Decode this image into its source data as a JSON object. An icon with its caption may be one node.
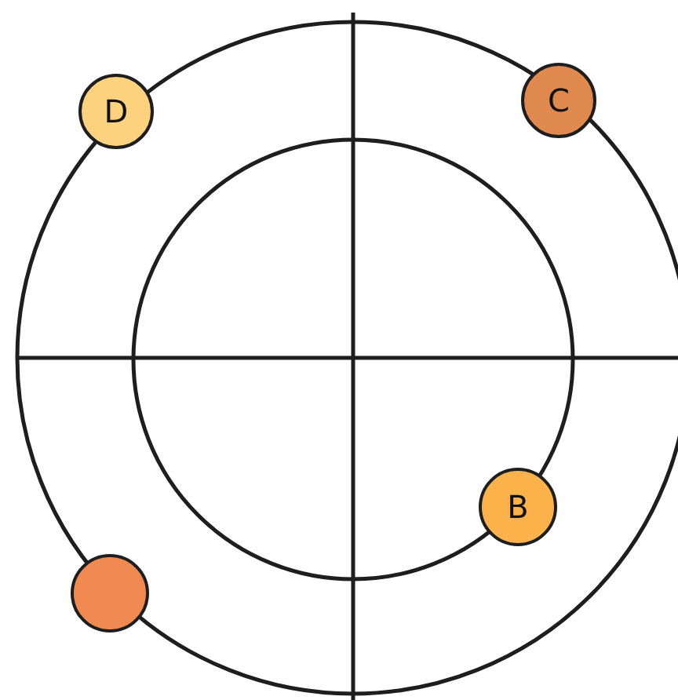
{
  "diagram": {
    "nodes": [
      {
        "text": [
          "D"
        ]
      },
      {
        "text": [
          "C"
        ]
      },
      {
        "text": [
          "B"
        ]
      },
      {
        "text": [],
        "shape": "circle"
      }
    ]
  }
}
